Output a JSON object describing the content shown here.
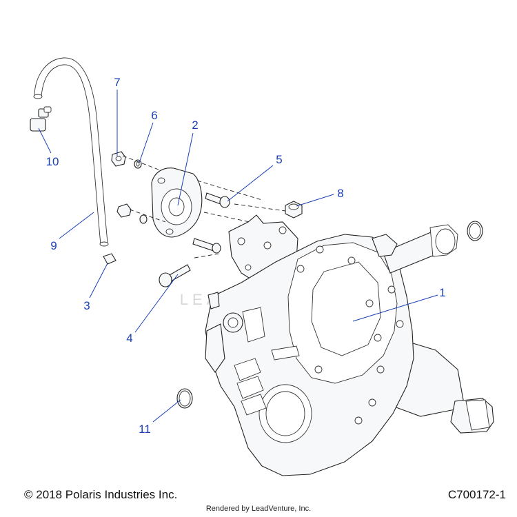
{
  "callouts": [
    {
      "id": "1",
      "label": "1"
    },
    {
      "id": "2",
      "label": "2"
    },
    {
      "id": "3",
      "label": "3"
    },
    {
      "id": "4",
      "label": "4"
    },
    {
      "id": "5",
      "label": "5"
    },
    {
      "id": "6",
      "label": "6"
    },
    {
      "id": "7",
      "label": "7"
    },
    {
      "id": "8",
      "label": "8"
    },
    {
      "id": "9",
      "label": "9"
    },
    {
      "id": "10",
      "label": "10"
    },
    {
      "id": "11",
      "label": "11"
    }
  ],
  "footer": {
    "copyright": "© 2018 Polaris Industries Inc.",
    "drawing_id": "C700172-1",
    "rendered_by": "Rendered by LeadVenture, Inc."
  },
  "watermark": "LEADVENTURE",
  "colors": {
    "callout": "#1a3fb5",
    "line": "#222222"
  }
}
